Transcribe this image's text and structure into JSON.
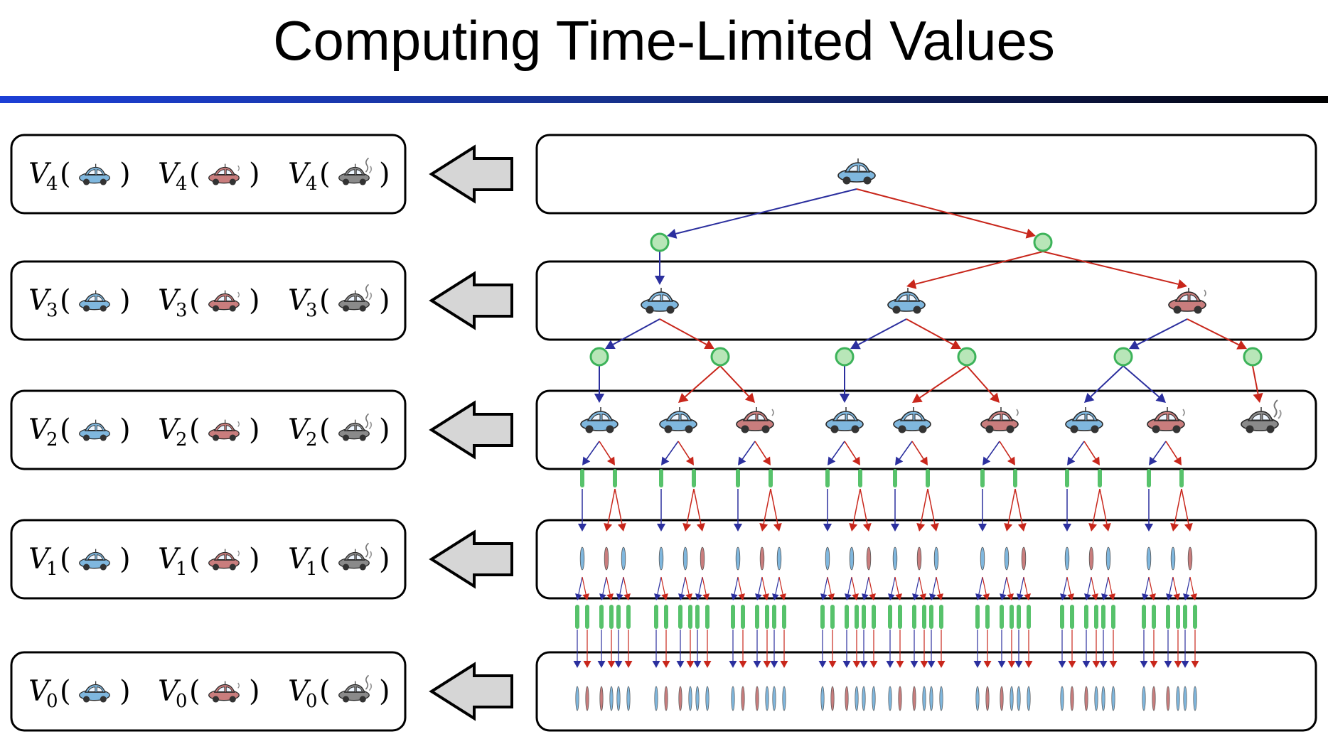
{
  "title": "Computing Time-Limited Values",
  "colors": {
    "title_rule": "#1c3fd6",
    "chance_node_fill": "#b8e6b8",
    "chance_node_stroke": "#3db35a",
    "slow_arrow": "#2b2f9e",
    "fast_arrow": "#c8261b",
    "big_arrow_fill": "#d6d6d6",
    "car_cool": "#7fb7de",
    "car_warm": "#c97d7d",
    "car_overheated": "#8a8a8a"
  },
  "icons": {
    "cool_state": "blue-car-icon",
    "warm_state": "red-car-icon",
    "overheated_state": "gray-smoking-car-icon",
    "backup": "left-arrow-icon",
    "chance_node": "green-circle-icon"
  },
  "value_rows": [
    {
      "symbol": "V",
      "sub": "4",
      "entries": [
        "cool",
        "warm",
        "overheated"
      ]
    },
    {
      "symbol": "V",
      "sub": "3",
      "entries": [
        "cool",
        "warm",
        "overheated"
      ]
    },
    {
      "symbol": "V",
      "sub": "2",
      "entries": [
        "cool",
        "warm",
        "overheated"
      ]
    },
    {
      "symbol": "V",
      "sub": "1",
      "entries": [
        "cool",
        "warm",
        "overheated"
      ]
    },
    {
      "symbol": "V",
      "sub": "0",
      "entries": [
        "cool",
        "warm",
        "overheated"
      ]
    }
  ],
  "tree": {
    "depth0_states": [
      "cool"
    ],
    "depth1_states": [
      "cool",
      "cool",
      "warm"
    ],
    "depth2_states": [
      "cool",
      "cool",
      "warm",
      "cool",
      "cool",
      "warm",
      "cool",
      "warm",
      "overheated"
    ]
  }
}
